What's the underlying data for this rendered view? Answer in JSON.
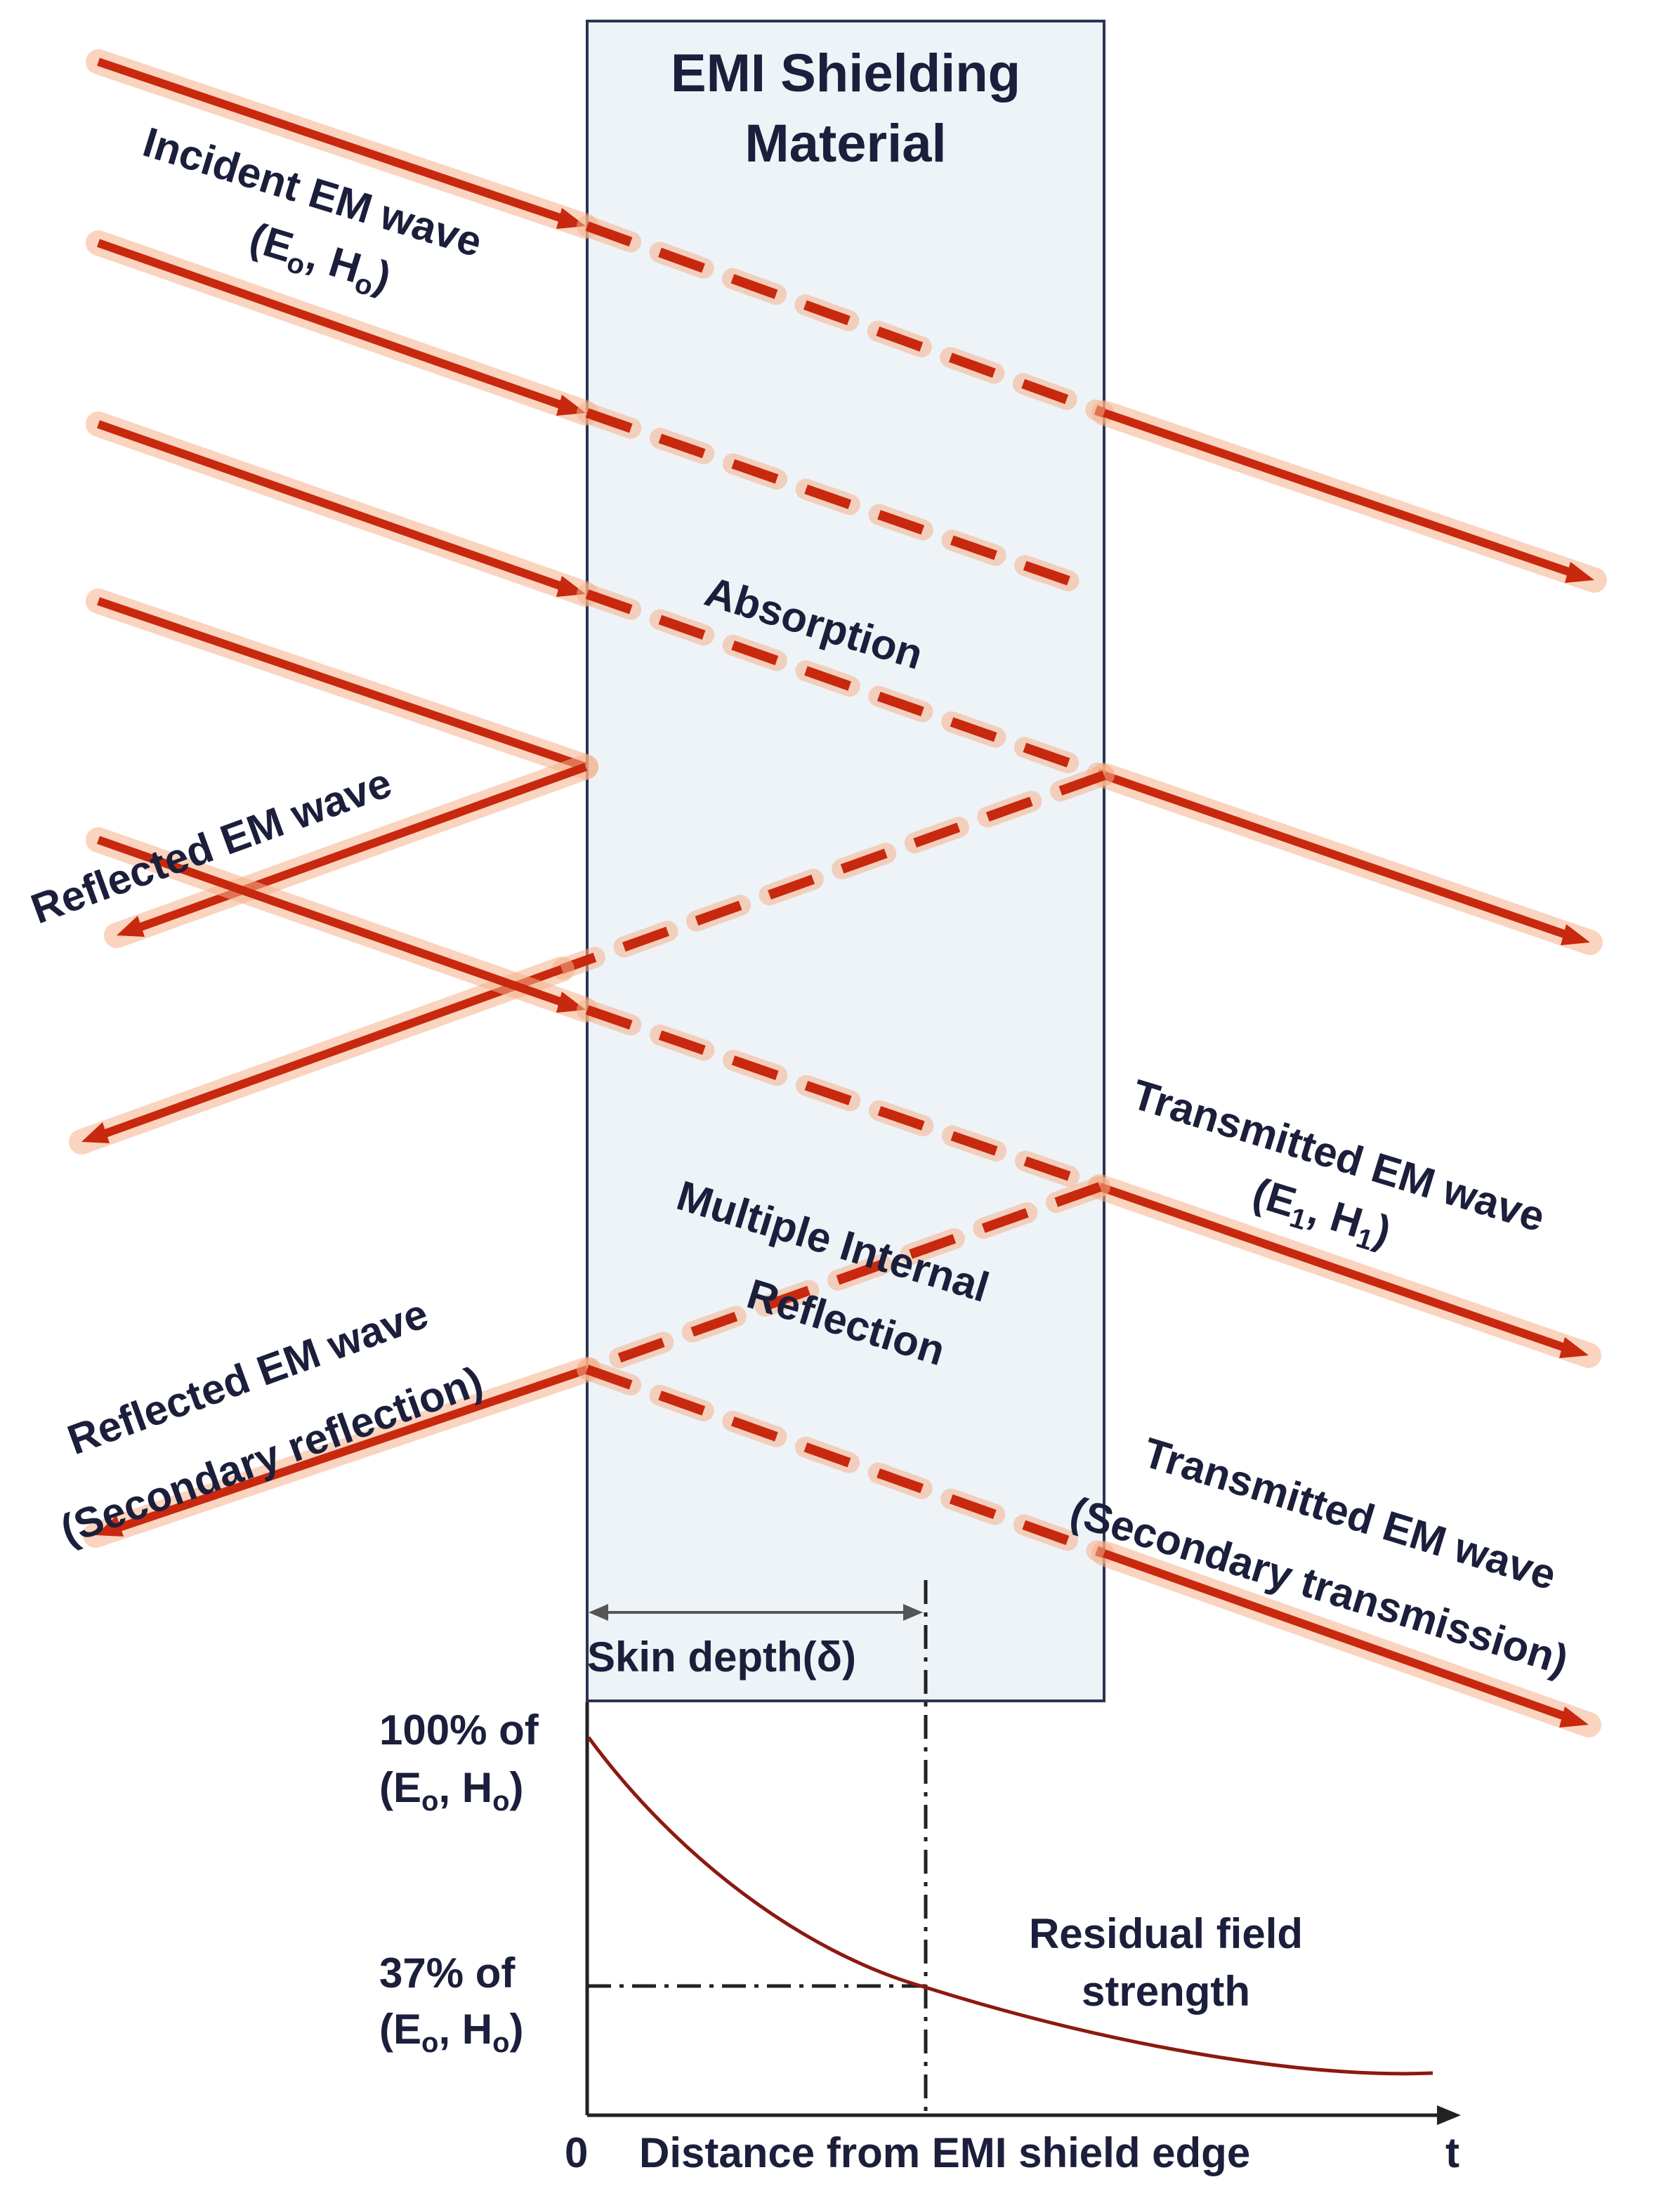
{
  "colors": {
    "ray": "#c8280e",
    "glow": "#f6b08a",
    "material_fill": "#eef3f8",
    "material_border": "#2b3550",
    "decay_curve": "#8b1a10",
    "text": "#1b1f3b"
  },
  "material_title": [
    "EMI Shielding",
    "Material"
  ],
  "labels": {
    "incident_line1": "Incident EM wave",
    "incident_line2": [
      "(E",
      "o",
      ", H",
      "o",
      ")"
    ],
    "absorption": "Absorption",
    "reflected": "Reflected EM wave",
    "transmitted_line1": "Transmitted EM wave",
    "transmitted_line2": [
      "(E",
      "1",
      ", H",
      "1",
      ")"
    ],
    "multiple_line1": "Multiple Internal",
    "multiple_line2": "Reflection",
    "reflected2_line1": "Reflected EM wave",
    "reflected2_line2": "(Secondary reflection)",
    "transmitted2_line1": "Transmitted EM wave",
    "transmitted2_line2": "(Secondary transmission)"
  },
  "plot": {
    "skin_depth": "Skin depth(δ)",
    "y100_line1": "100%  of",
    "y37_line1": "37%  of",
    "y_line2": [
      "(E",
      "o",
      ", H",
      "o",
      ")"
    ],
    "origin": "0",
    "x_axis": "Distance from EMI shield edge",
    "t": "t",
    "residual_line1": "Residual field",
    "residual_line2": "strength",
    "decay_start_percent": 100,
    "skin_depth_percent": 37
  }
}
